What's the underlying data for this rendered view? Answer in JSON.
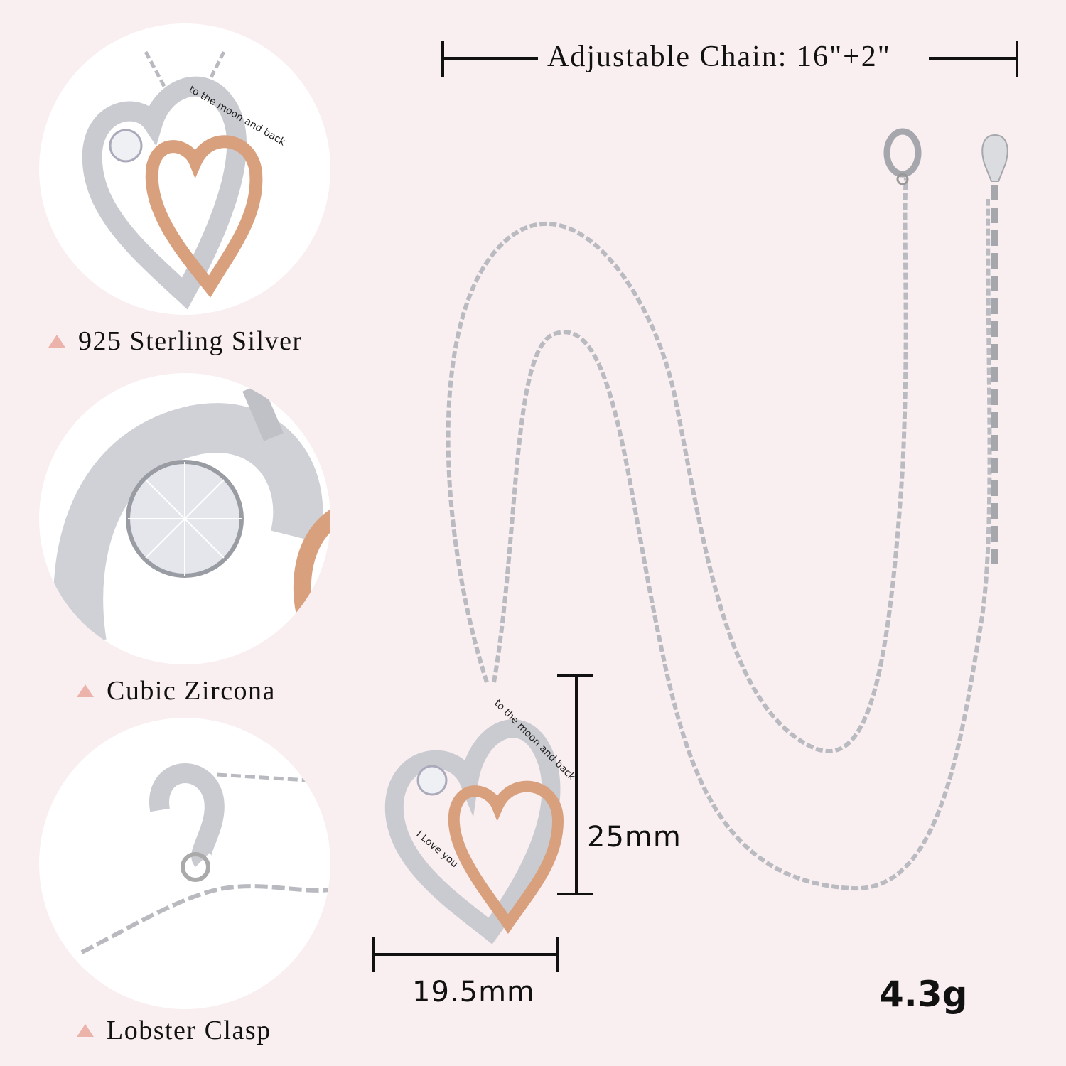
{
  "header": {
    "chain_label": "Adjustable Chain: 16\"+2\""
  },
  "features": [
    {
      "label": "925 Sterling Silver",
      "icon": "triangle-bullet-icon"
    },
    {
      "label": "Cubic Zircona",
      "icon": "triangle-bullet-icon"
    },
    {
      "label": "Lobster Clasp",
      "icon": "triangle-bullet-icon"
    }
  ],
  "pendant": {
    "engraving_top": "to the moon and back",
    "engraving_left": "I Love you"
  },
  "dimensions": {
    "height": "25mm",
    "width": "19.5mm",
    "weight": "4.3g"
  },
  "colors": {
    "background": "#f9eef0",
    "bullet": "#ecb3ab",
    "rose_gold": "#d9a07e",
    "silver": "#c9cbd0"
  }
}
